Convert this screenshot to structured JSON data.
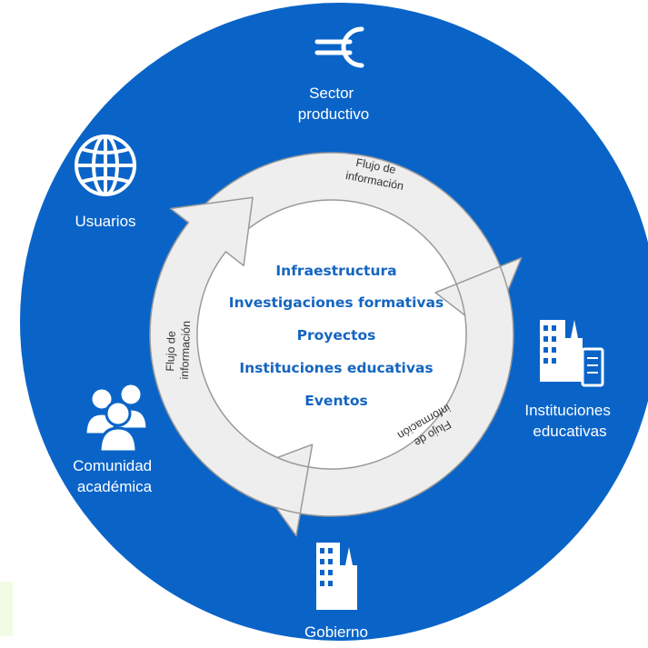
{
  "colors": {
    "circle_blue": "#0a64c8",
    "arrow_fill": "#eeeeee",
    "arrow_stroke": "#9a9a9a",
    "center_text": "#1565c0",
    "node_text": "#ffffff",
    "corner_accent": "#f2fbe3"
  },
  "nodes": {
    "sector_productivo": {
      "icon": "euro-icon",
      "line1": "Sector",
      "line2": "productivo"
    },
    "usuarios": {
      "icon": "globe-icon",
      "line1": "Usuarios"
    },
    "instituciones_educativas": {
      "icon": "buildings-icon",
      "line1": "Instituciones",
      "line2": "educativas"
    },
    "comunidad_academica": {
      "icon": "people-icon",
      "line1": "Comunidad",
      "line2": "académica"
    },
    "gobierno": {
      "icon": "building-icon",
      "line1": "Gobierno"
    }
  },
  "flows": {
    "top": {
      "line1": "Flujo de",
      "line2": "información"
    },
    "left": {
      "line1": "Flujo de",
      "line2": "información"
    },
    "bottom_right": {
      "line1": "Flujo de",
      "line2": "información"
    }
  },
  "center_items": [
    "Infraestructura",
    "Investigaciones formativas",
    "Proyectos",
    "Instituciones educativas",
    "Eventos"
  ]
}
